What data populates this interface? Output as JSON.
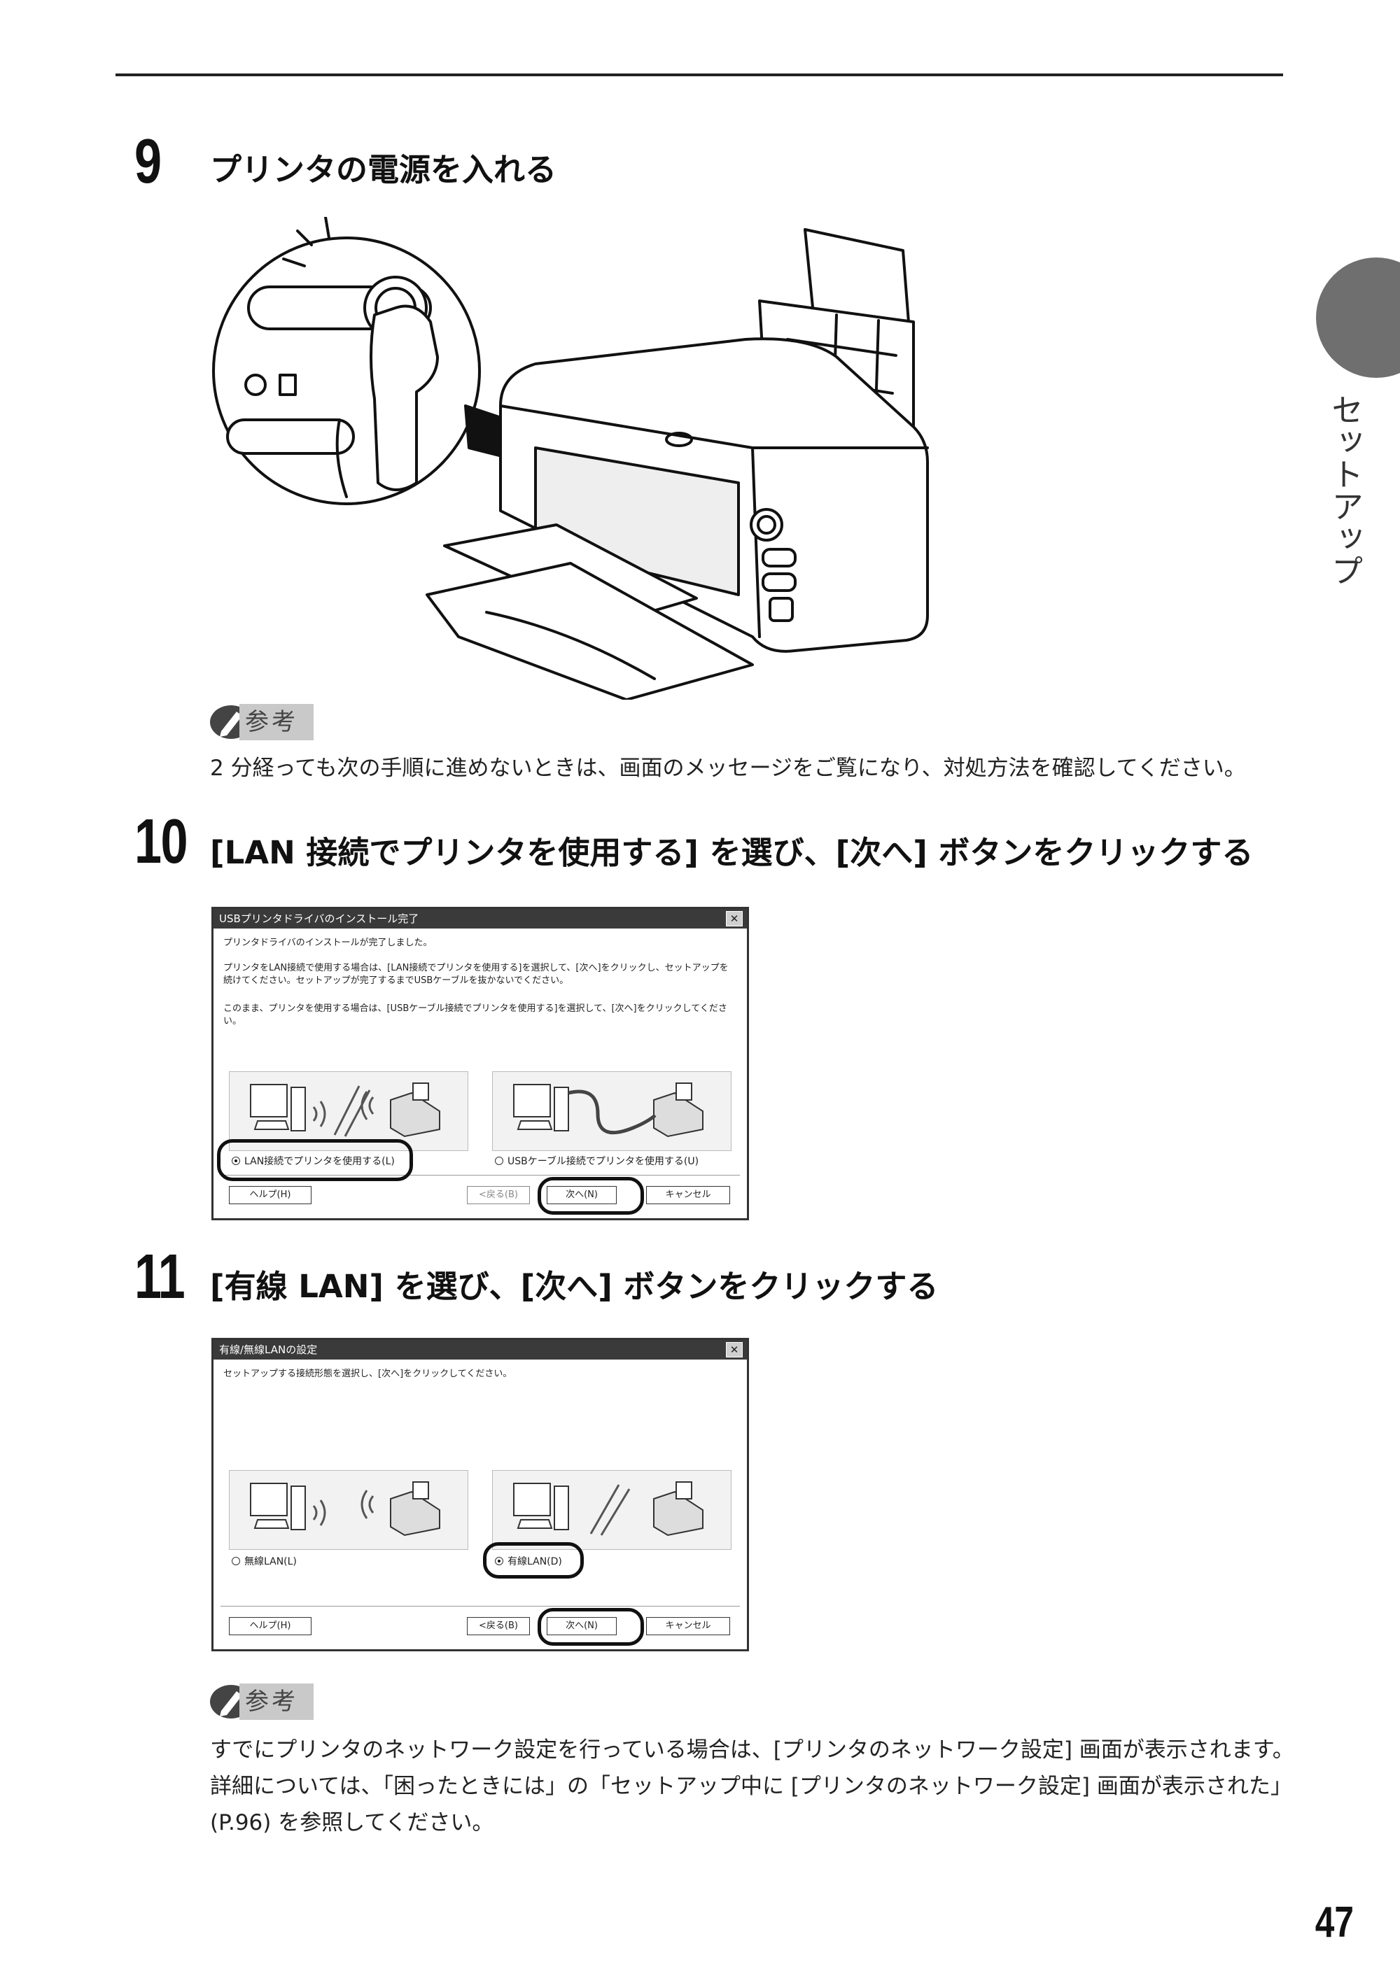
{
  "side_tab": "セットアップ",
  "page_number": "47",
  "note_label": "参考",
  "step9": {
    "number": "9",
    "title": "プリンタの電源を入れる"
  },
  "note1": "2 分経っても次の手順に進めないときは、画面のメッセージをご覧になり、対処方法を確認してください。",
  "step10": {
    "number": "10",
    "title": "[LAN 接続でプリンタを使用する] を選び、[次へ] ボタンをクリックする",
    "dialog": {
      "title": "USBプリンタドライバのインストール完了",
      "text1": "プリンタドライバのインストールが完了しました。",
      "text2": "プリンタをLAN接続で使用する場合は、[LAN接続でプリンタを使用する]を選択して、[次へ]をクリックし、セットアップを続けてください。セットアップが完了するまでUSBケーブルを抜かないでください。",
      "text3": "このまま、プリンタを使用する場合は、[USBケーブル接続でプリンタを使用する]を選択して、[次へ]をクリックしてください。",
      "option_lan": "LAN接続でプリンタを使用する(L)",
      "option_usb": "USBケーブル接続でプリンタを使用する(U)",
      "help": "ヘルプ(H)",
      "back": "<戻る(B)",
      "next": "次へ(N)",
      "cancel": "キャンセル"
    }
  },
  "step11": {
    "number": "11",
    "title": "[有線 LAN] を選び、[次へ] ボタンをクリックする",
    "dialog": {
      "title": "有線/無線LANの設定",
      "text1": "セットアップする接続形態を選択し、[次へ]をクリックしてください。",
      "option_wireless": "無線LAN(L)",
      "option_wired": "有線LAN(D)",
      "help": "ヘルプ(H)",
      "back": "<戻る(B)",
      "next": "次へ(N)",
      "cancel": "キャンセル"
    }
  },
  "note2": "すでにプリンタのネットワーク設定を行っている場合は、[プリンタのネットワーク設定] 画面が表示されます。詳細については、「困ったときには」の「セットアップ中に [プリンタのネットワーク設定] 画面が表示された」(P.96) を参照してください。"
}
